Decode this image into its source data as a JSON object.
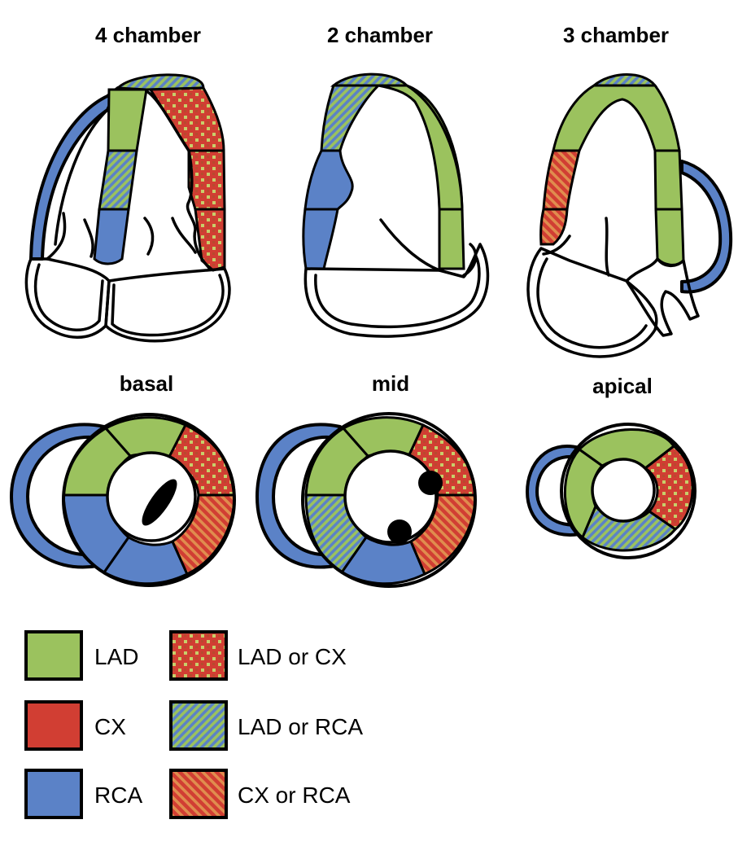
{
  "views": {
    "four_chamber": "4 chamber",
    "two_chamber": "2 chamber",
    "three_chamber": "3 chamber",
    "basal": "basal",
    "mid": "mid",
    "apical": "apical"
  },
  "legend": {
    "lad": "LAD",
    "cx": "CX",
    "rca": "RCA",
    "lad_or_cx": "LAD or CX",
    "lad_or_rca": "LAD or RCA",
    "cx_or_rca": "CX or RCA"
  },
  "colors": {
    "lad": "#9bc25e",
    "cx": "#d13e33",
    "rca": "#5b82c7",
    "outline": "#000000"
  }
}
